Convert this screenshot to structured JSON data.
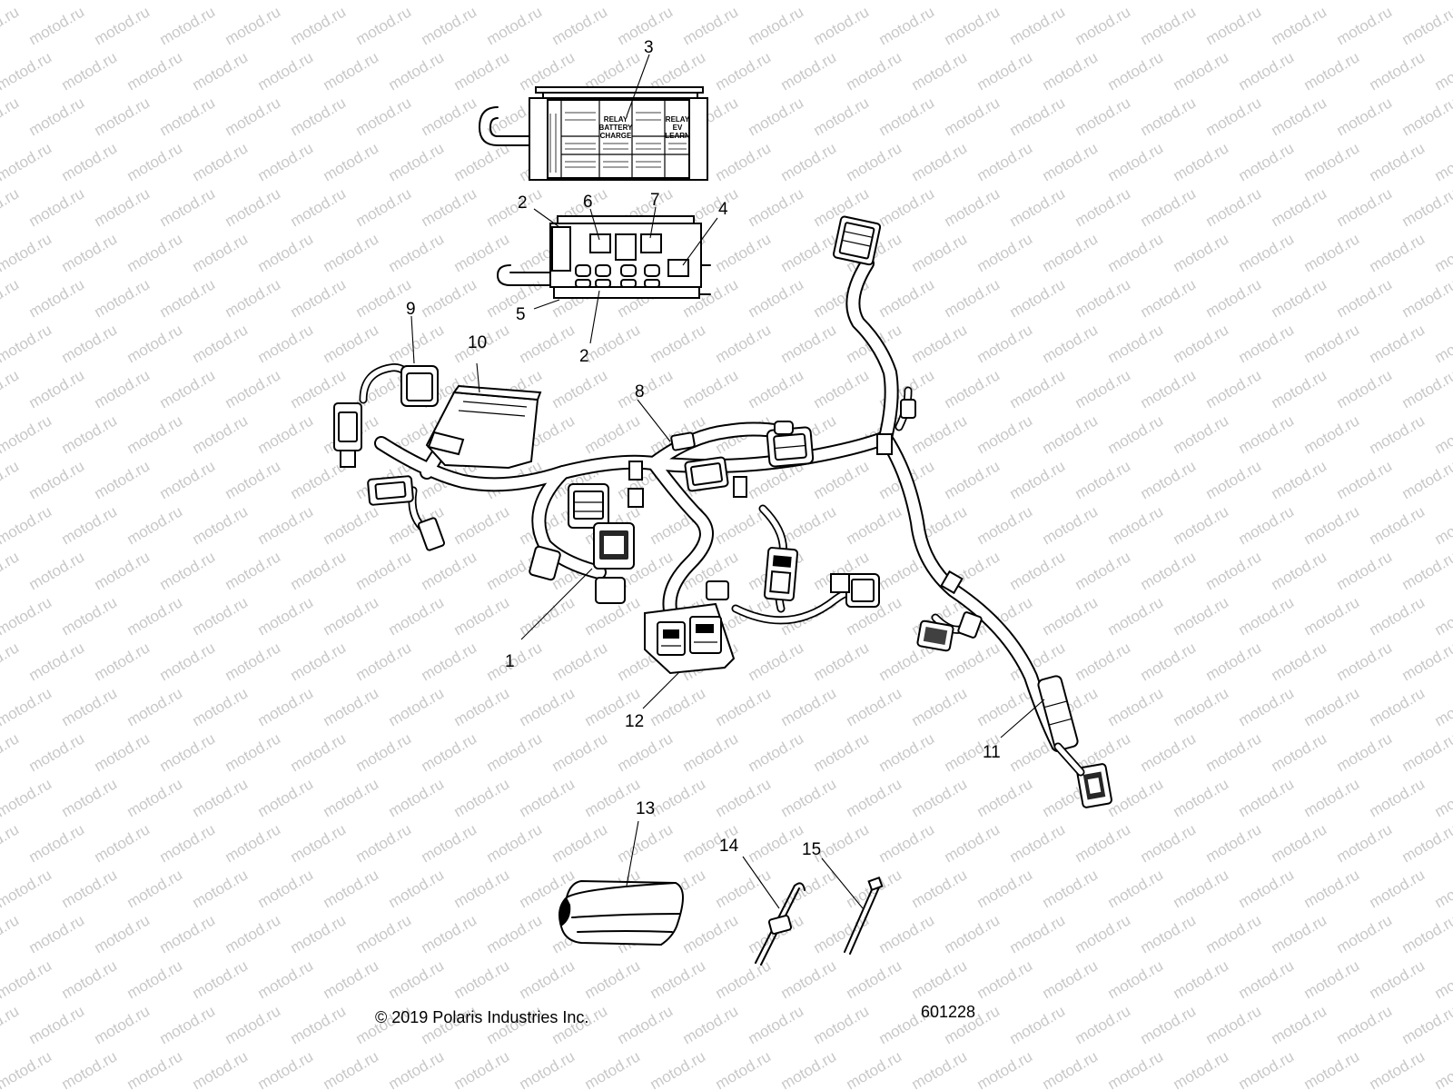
{
  "watermark": {
    "text": "motod.ru"
  },
  "callouts": [
    {
      "id": "1",
      "text": "1"
    },
    {
      "id": "2a",
      "text": "2"
    },
    {
      "id": "2b",
      "text": "2"
    },
    {
      "id": "3",
      "text": "3"
    },
    {
      "id": "4",
      "text": "4"
    },
    {
      "id": "5",
      "text": "5"
    },
    {
      "id": "6",
      "text": "6"
    },
    {
      "id": "7",
      "text": "7"
    },
    {
      "id": "8",
      "text": "8"
    },
    {
      "id": "9",
      "text": "9"
    },
    {
      "id": "10",
      "text": "10"
    },
    {
      "id": "11",
      "text": "11"
    },
    {
      "id": "12",
      "text": "12"
    },
    {
      "id": "13",
      "text": "13"
    },
    {
      "id": "14",
      "text": "14"
    },
    {
      "id": "15",
      "text": "15"
    }
  ],
  "fuse_box_label": {
    "relay_battery_charge": [
      "RELAY",
      "BATTERY",
      "CHARGE"
    ],
    "relay_ev_learn": [
      "RELAY",
      "EV",
      "LEARN"
    ]
  },
  "footer": {
    "copyright": "© 2019 Polaris Industries Inc.",
    "figure_number": "601228"
  }
}
